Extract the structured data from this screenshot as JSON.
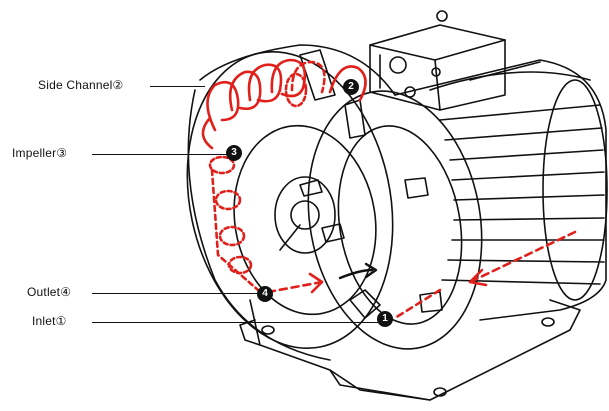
{
  "labels": {
    "side_channel": "Side Channel②",
    "impeller": "Impeller③",
    "outlet": "Outlet④",
    "inlet": "Inlet①"
  },
  "markers": {
    "m1": "1",
    "m2": "2",
    "m3": "3",
    "m4": "4"
  },
  "colors": {
    "line": "#111111",
    "flow": "#e0201a",
    "marker": "#111111",
    "background": "#ffffff"
  }
}
